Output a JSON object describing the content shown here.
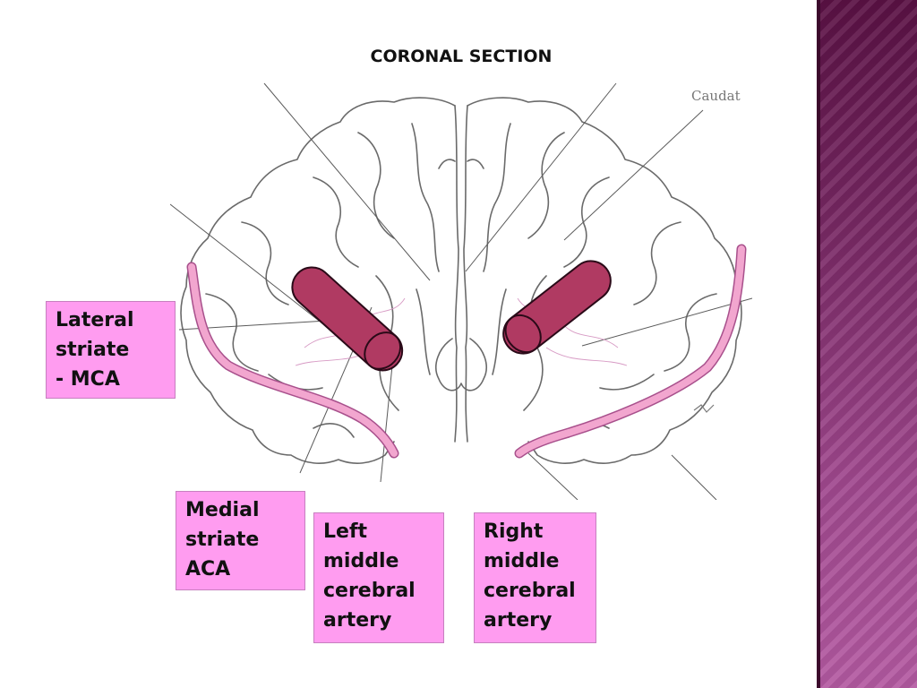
{
  "slide": {
    "title": "CORONAL SECTION",
    "diagram_text": "Caudat",
    "colors": {
      "label_fill": "#ff9cf0",
      "vessel_fill": "#b03a62",
      "artery_band": "#f2a6cf",
      "side_band": "#8a3576"
    }
  },
  "labels": {
    "lateral_striate": [
      "Lateral",
      "striate",
      "- MCA"
    ],
    "medial_striate": [
      "Medial",
      "striate",
      "ACA"
    ],
    "left_mca": [
      "Left",
      "middle",
      "cerebral",
      "artery"
    ],
    "right_mca": [
      "Right",
      "middle",
      "cerebral",
      "artery"
    ]
  }
}
